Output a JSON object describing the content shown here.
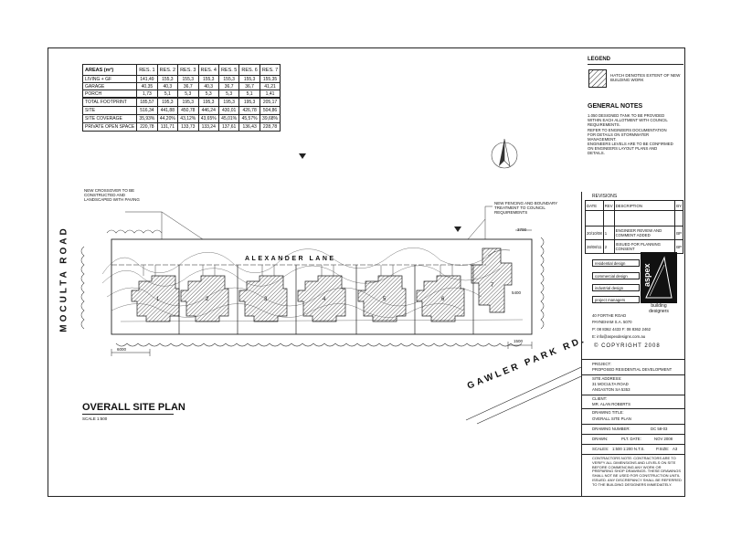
{
  "areas_table": {
    "header": "AREAS (m²)",
    "columns": [
      "RES. 1",
      "RES. 2",
      "RES. 3",
      "RES. 4",
      "RES. 5",
      "RES. 6",
      "RES. 7"
    ],
    "rows": [
      {
        "label": "LIVING + GF",
        "values": [
          "141,49",
          "155,3",
          "155,3",
          "155,3",
          "155,3",
          "155,3",
          "155,35"
        ]
      },
      {
        "label": "GARAGE",
        "values": [
          "40,35",
          "40,3",
          "36,7",
          "40,3",
          "36,7",
          "36,7",
          "41,21"
        ]
      },
      {
        "label": "PORCH",
        "values": [
          "1,73",
          "5,1",
          "5,3",
          "5,3",
          "5,3",
          "5,1",
          "1,41"
        ]
      },
      {
        "label": "TOTAL FOOTPRINT",
        "values": [
          "185,57",
          "195,3",
          "195,3",
          "195,3",
          "195,3",
          "195,3",
          "205,17"
        ]
      },
      {
        "label": "SITE",
        "values": [
          "516,34",
          "441,88",
          "450,78",
          "446,24",
          "430,01",
          "426,78",
          "504,86"
        ]
      },
      {
        "label": "SITE COVERAGE",
        "values": [
          "35,93%",
          "44,20%",
          "43,12%",
          "43,65%",
          "45,01%",
          "45,57%",
          "39,68%"
        ]
      },
      {
        "label": "PRIVATE OPEN SPACE",
        "values": [
          "220,78",
          "131,71",
          "133,73",
          "133,24",
          "137,61",
          "136,43",
          "228,78"
        ]
      }
    ]
  },
  "legend": {
    "title": "LEGEND",
    "hatch_note": "HATCH DENOTES EXTENT OF NEW BUILDING WORK"
  },
  "general_notes": {
    "title": "GENERAL NOTES",
    "notes": [
      "1.050 DESIGNED TANK TO BE PROVIDED WITHIN EACH ALLOTMENT WITH COUNCIL REQUIREMENTS.",
      "REFER TO ENGINEERS DOCUMENTATION FOR DETAILS ON STORMWATER MANAGEMENT.",
      "ENGINEERS LEVELS ARE TO BE CONFIRMED ON ENGINEERS LAYOUT PLANS AND DETAILS."
    ]
  },
  "annotations": {
    "crossover_note": "NEW CROSSOVER TO BE CONSTRUCTED AND LANDSCAPED WITH PAVING",
    "boundary_note": "NEW FENCING AND BOUNDARY TREATMENT TO COUNCIL REQUIREMENTS",
    "lane_label": "ALEXANDER LANE",
    "road_west": "MOCULTA ROAD",
    "road_southeast": "GAWLER PARK RD.",
    "setback_west": "6000",
    "setback_east": "1500",
    "dimension_top": "3700",
    "dimension_right": "5400",
    "lot_numbers": [
      "1",
      "2",
      "3",
      "4",
      "5",
      "6",
      "7"
    ]
  },
  "plan_title": "OVERALL SITE PLAN",
  "plan_scale": "SCALE 1:500",
  "revisions": {
    "title": "REVISIONS",
    "headers": [
      "DATE",
      "REV",
      "DESCRIPTION",
      "BY"
    ],
    "rows": [
      {
        "date": "20/10/08",
        "rev": "1",
        "desc": "ENGINEER REVIEW AND COMMENT ADDED",
        "by": "BP"
      },
      {
        "date": "28/08/11",
        "rev": "2",
        "desc": "ISSUED FOR PLANNING CONSENT",
        "by": "BP"
      }
    ]
  },
  "company": {
    "services": [
      "residential design",
      "commercial design",
      "industrial design",
      "project managers"
    ],
    "logo_word": "aspex",
    "tagline_1": "building",
    "tagline_2": "designers",
    "address_1": "40 FORTHE ROAD",
    "address_2": "PAYNEHAM  S.A.  5070",
    "phone": "P: 08 8362 4433   F: 08 8362 2462",
    "email": "E: info@aspexdesigns.com.au",
    "copyright": "© COPYRIGHT 2008"
  },
  "title_block": {
    "project_label": "PROJECT:",
    "project": "PROPOSED RESIDENTIAL DEVELOPMENT",
    "site_label": "SITE ADDRESS:",
    "site_line_1": "31 MOCULTA ROAD",
    "site_line_2": "ANGASTON SA 5353",
    "client_label": "CLIENT:",
    "client": "MR. ALAN ROBERTS",
    "drawing_title_label": "DRAWING TITLE:",
    "drawing_title": "OVERALL SITE PLAN",
    "drawing_number_label": "DRAWING NUMBER:",
    "drawing_number": "DC 58-03",
    "drawn_label": "DRAWN:",
    "plot_date_label": "PLT. DATE:",
    "plot_date": "NOV 2008",
    "scales_label": "SCALES:",
    "scales": "1:500  1:200  N.T.S.",
    "paper_label": "P.SIZE:",
    "paper": "A3"
  },
  "disclaimer": "CONTRACTORS NOTE: CONTRACTORS ARE TO VERIFY ALL DIMENSIONS AND LEVELS ON SITE BEFORE COMMENCING ANY WORK OR PREPARING SHOP DRAWINGS. THESE DRAWINGS SHALL NOT BE USED FOR CONSTRUCTION UNTIL ISSUED. ANY DISCREPANCY SHALL BE REFERRED TO THE BUILDING DESIGNERS IMMEDIATELY."
}
